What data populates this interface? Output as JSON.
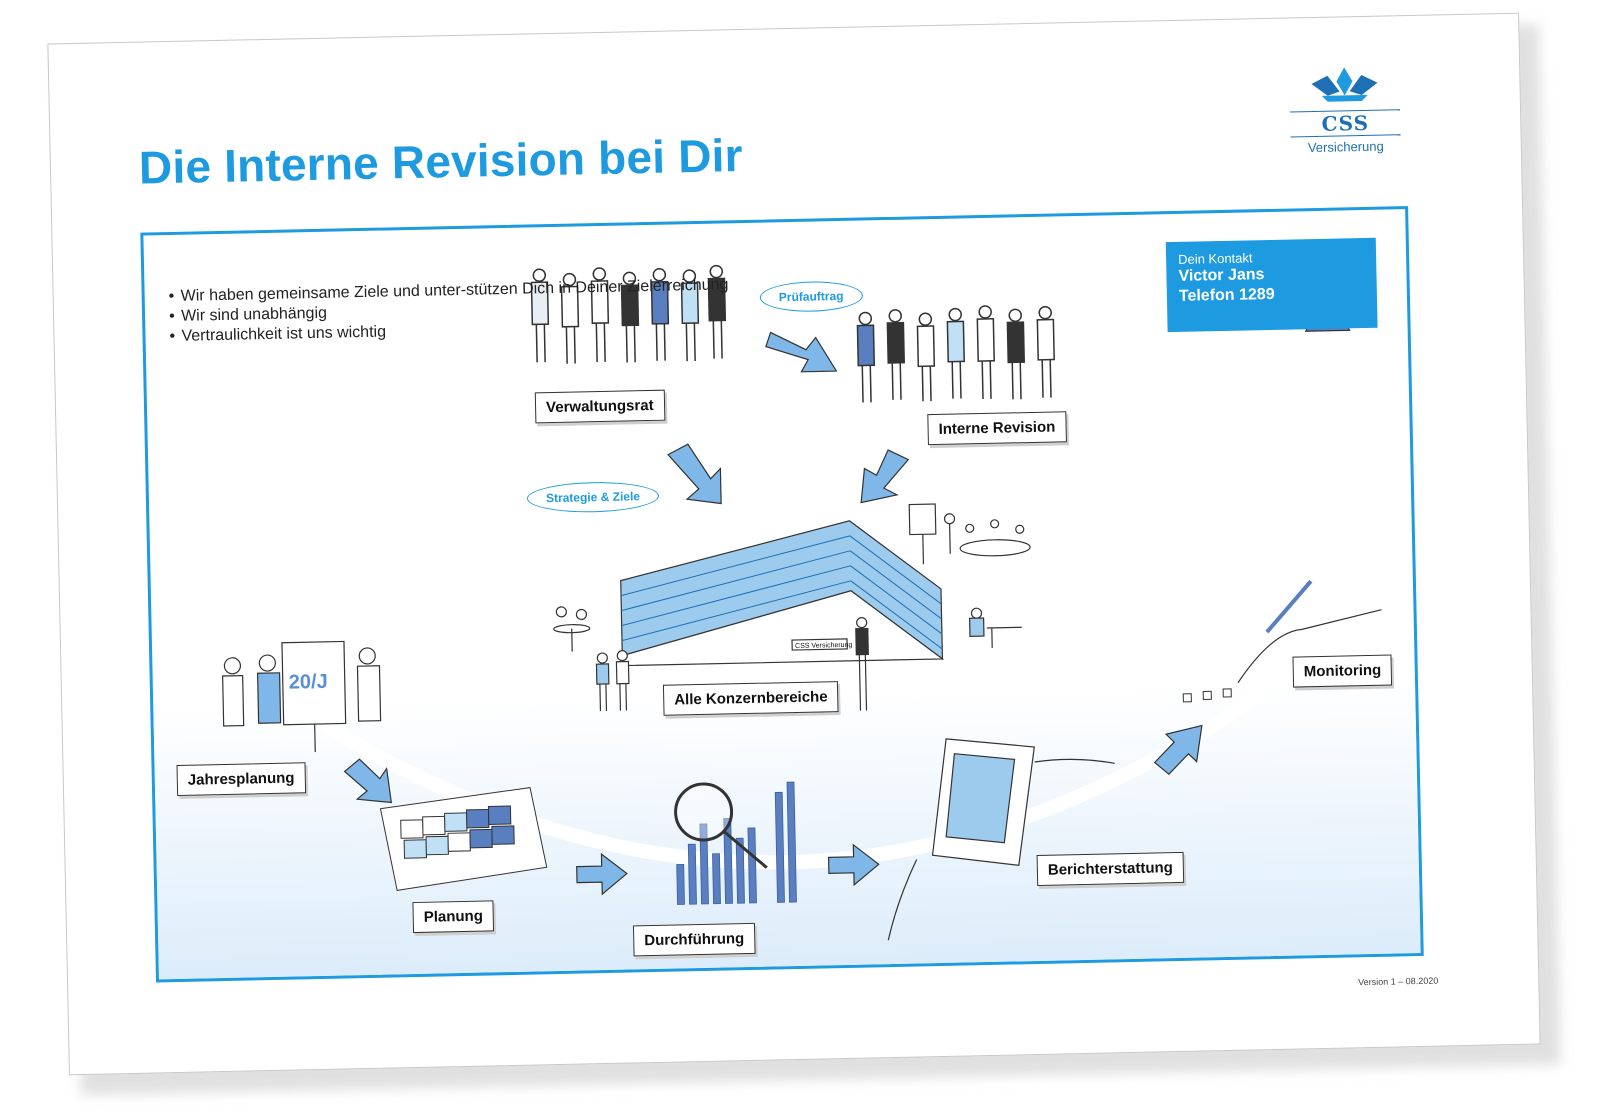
{
  "header": {
    "title": "Die Interne Revision bei Dir"
  },
  "logo": {
    "brand": "CSS",
    "subtitle": "Versicherung"
  },
  "bullets": [
    "Wir haben gemeinsame Ziele und unter-stützen Dich in Deiner Zielerreichung",
    "Wir sind unabhängig",
    "Vertraulichkeit ist uns wichtig"
  ],
  "contact": {
    "label": "Dein Kontakt",
    "name": "Victor Jans",
    "phone": "Telefon 1289"
  },
  "flow_labels": {
    "verwaltungsrat": "Verwaltungsrat",
    "interne_revision": "Interne Revision",
    "pruefauftrag": "Prüfauftrag",
    "strategie": "Strategie & Ziele",
    "konzernbereiche": "Alle Konzernbereiche",
    "building_sign": "CSS Versicherung",
    "jahresplanung": "Jahresplanung",
    "planung": "Planung",
    "durchfuehrung": "Durchführung",
    "berichterstattung": "Berichterstattung",
    "monitoring": "Monitoring",
    "flipchart_text": "20/J"
  },
  "footer": {
    "version": "Version 1 – 08.2020"
  },
  "colors": {
    "accent": "#1e9be0",
    "dark_blue": "#1e6fb6",
    "light_blue": "#dcecfa"
  }
}
